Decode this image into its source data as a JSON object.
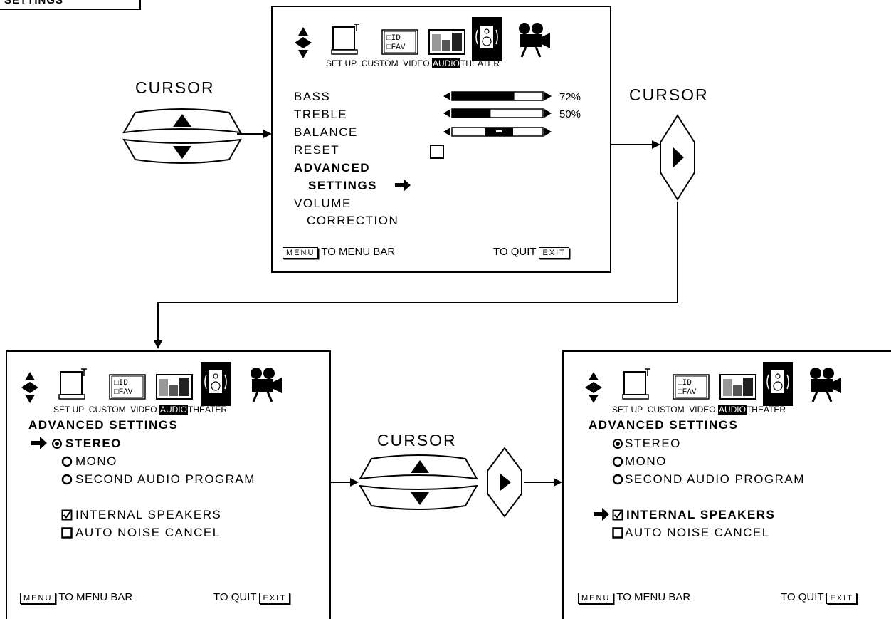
{
  "corner_tag": "SETTINGS",
  "cursor_labels": {
    "top_left": "CURSOR",
    "top_right": "CURSOR",
    "middle": "CURSOR"
  },
  "icon_bar": {
    "setup": "SET UP",
    "custom": "CUSTOM",
    "video": "VIDEO",
    "audio": "AUDIO",
    "theater": "THEATER",
    "custom_icon_line1": "□ID",
    "custom_icon_line2": "□FAV"
  },
  "footer": {
    "menu_key": "MENU",
    "menu_text": "TO MENU BAR",
    "quit_text": "TO QUIT",
    "exit_key": "EXIT"
  },
  "audio_menu": {
    "bass": {
      "label": "BASS",
      "value": "72%",
      "level": 0.72
    },
    "treble": {
      "label": "TREBLE",
      "value": "50%",
      "level": 0.5
    },
    "balance": {
      "label": "BALANCE",
      "level": 0.5
    },
    "reset": "RESET",
    "advanced": "ADVANCED",
    "settings": "SETTINGS",
    "volume": "VOLUME",
    "correction": "CORRECTION"
  },
  "advanced_left": {
    "title": "ADVANCED SETTINGS",
    "stereo": "STEREO",
    "mono": "MONO",
    "sap": "SECOND AUDIO PROGRAM",
    "internal": "INTERNAL SPEAKERS",
    "noise": "AUTO NOISE CANCEL"
  },
  "advanced_right": {
    "title": "ADVANCED SETTINGS",
    "stereo": "STEREO",
    "mono": "MONO",
    "sap": "SECOND AUDIO PROGRAM",
    "internal": "INTERNAL SPEAKERS",
    "noise": "AUTO NOISE CANCEL"
  }
}
